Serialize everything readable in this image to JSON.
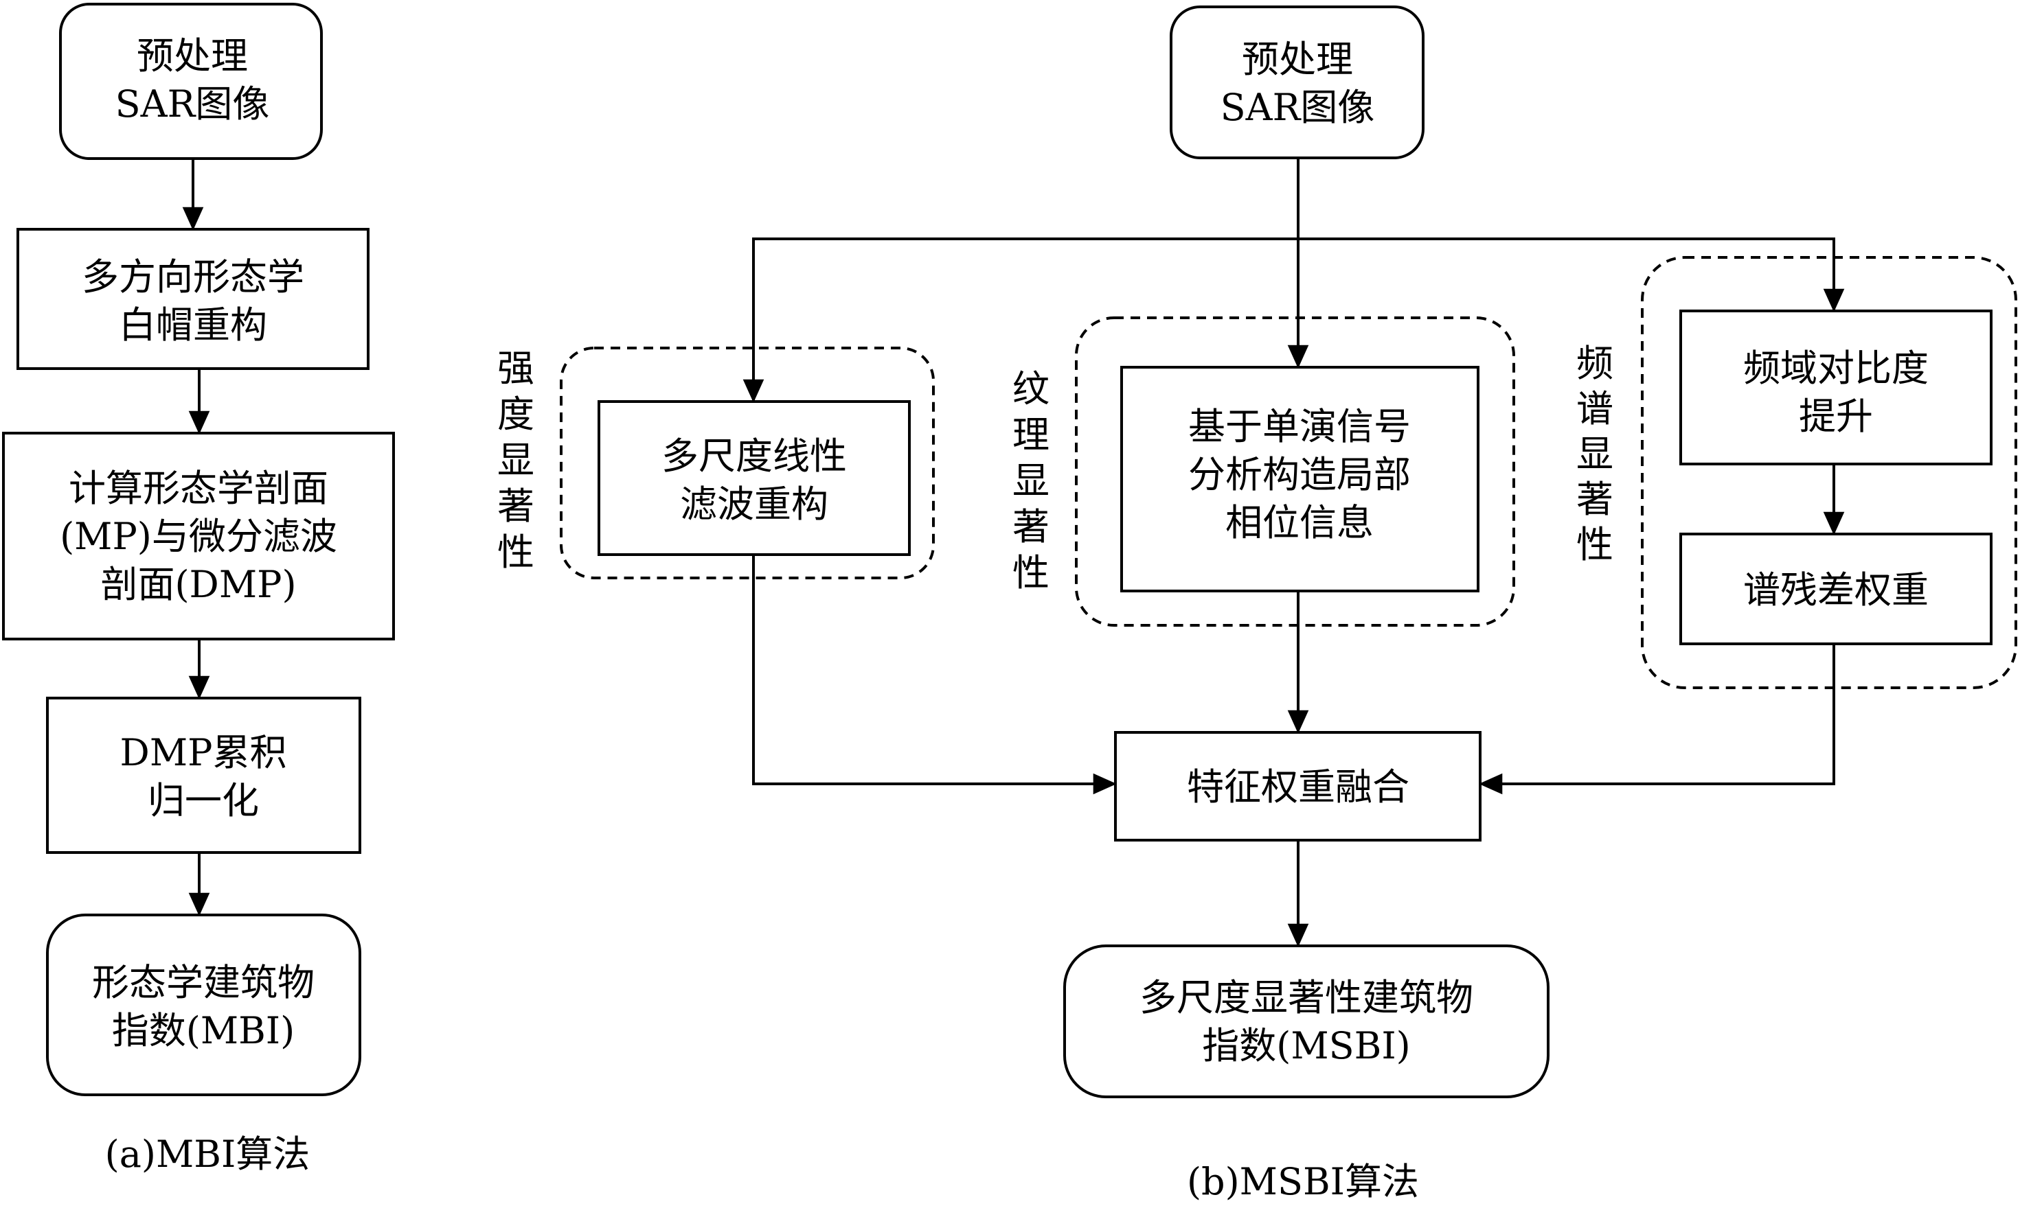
{
  "panel_a": {
    "caption": "(a)MBI算法",
    "nodes": {
      "preprocess": [
        "预处理",
        "SAR图像"
      ],
      "tophat": [
        "多方向形态学",
        "白帽重构"
      ],
      "mp_dmp": [
        "计算形态学剖面",
        "(MP)与微分滤波",
        "剖面(DMP)"
      ],
      "dmp_norm": [
        "DMP累积",
        "归一化"
      ],
      "mbi": [
        "形态学建筑物",
        "指数(MBI)"
      ]
    }
  },
  "panel_b": {
    "caption": "(b)MSBI算法",
    "nodes": {
      "preprocess": [
        "预处理",
        "SAR图像"
      ],
      "multiscale": [
        "多尺度线性",
        "滤波重构"
      ],
      "monogenic": [
        "基于单演信号",
        "分析构造局部",
        "相位信息"
      ],
      "freq_contrast": [
        "频域对比度",
        "提升"
      ],
      "spectral_residual": [
        "谱残差权重"
      ],
      "fusion": [
        "特征权重融合"
      ],
      "msbi": [
        "多尺度显著性建筑物",
        "指数(MSBI)"
      ]
    },
    "groups": {
      "intensity": "强度显著性",
      "texture": "纹理显著性",
      "spectral": "频谱显著性"
    }
  }
}
